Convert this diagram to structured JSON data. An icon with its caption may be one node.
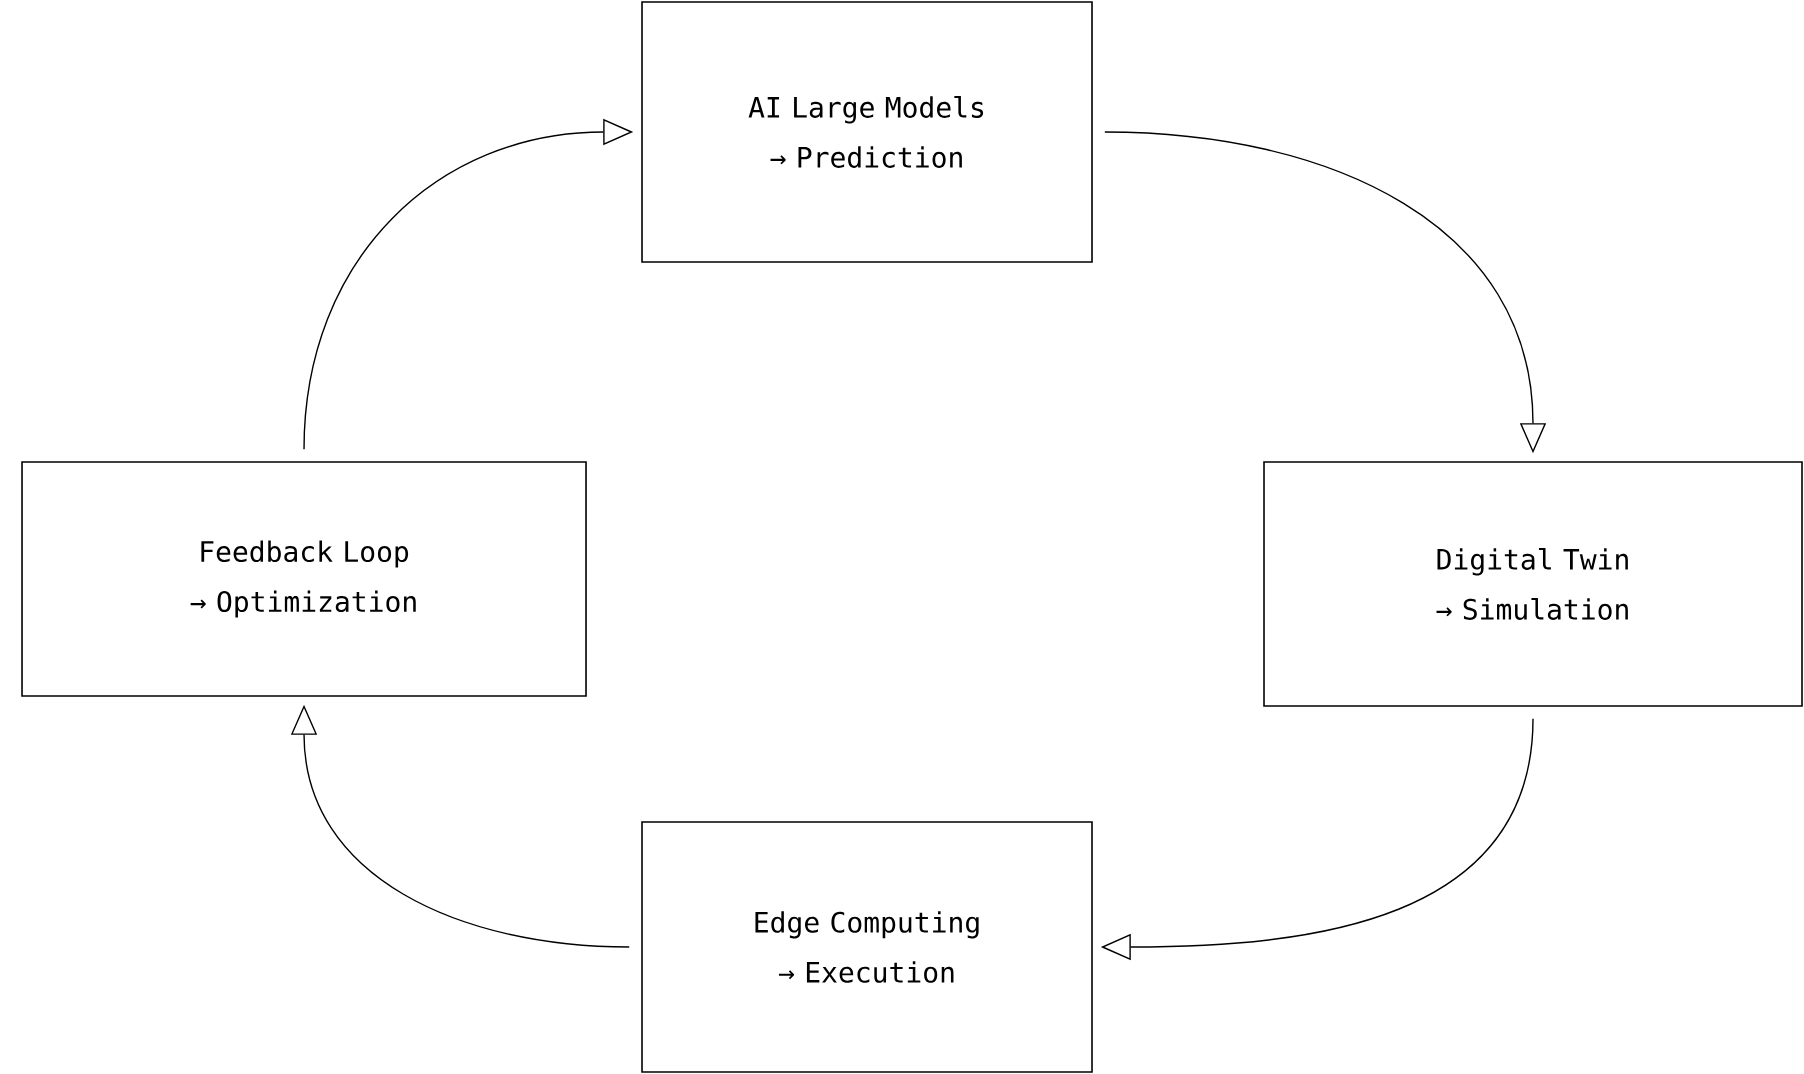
{
  "diagram": {
    "nodes": [
      {
        "text": [
          "AI Large Models → Prediction"
        ]
      },
      {
        "text": [
          "Digital Twin → Simulation"
        ]
      },
      {
        "text": [
          "Edge Computing → Execution"
        ]
      },
      {
        "text": [
          "Feedback Loop → Optimization"
        ]
      }
    ],
    "edges": [
      {
        "from": 0,
        "to": 1,
        "arrow": "to"
      },
      {
        "from": 1,
        "to": 2,
        "arrow": "to"
      },
      {
        "from": 2,
        "to": 3,
        "arrow": "to"
      },
      {
        "from": 3,
        "to": 0,
        "arrow": "to"
      }
    ]
  }
}
